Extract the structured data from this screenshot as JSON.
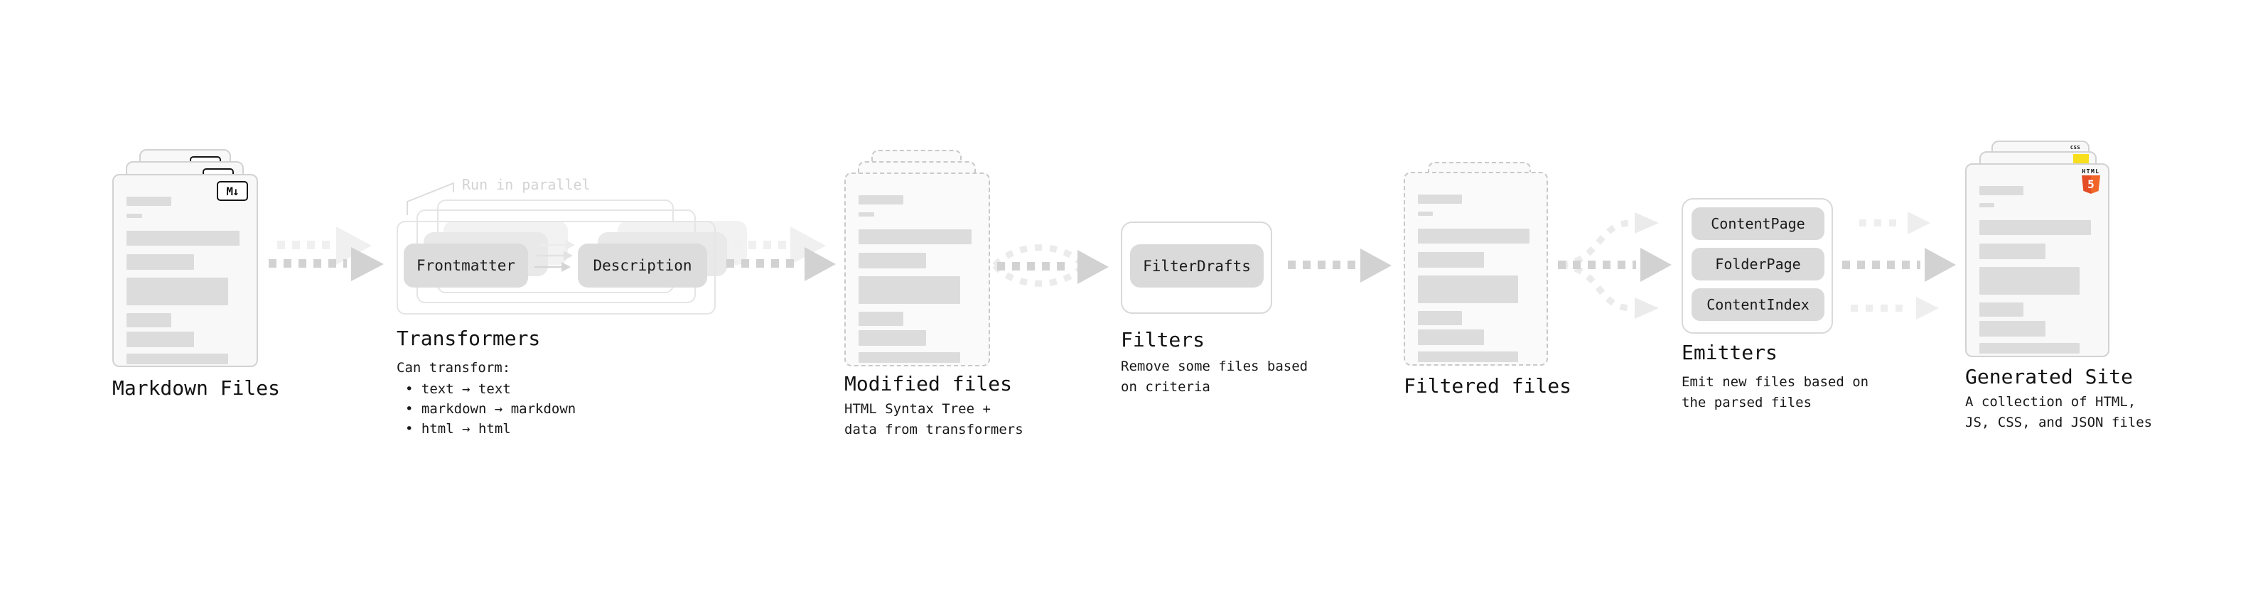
{
  "stages": {
    "markdown": {
      "title": "Markdown Files"
    },
    "transformers": {
      "title": "Transformers",
      "note": "Run in parallel",
      "pill_left": "Frontmatter",
      "pill_right": "Description",
      "subtitle_heading": "Can transform:",
      "bullets": [
        "• text → text",
        "• markdown → markdown",
        "• html → html"
      ]
    },
    "modified": {
      "title": "Modified files",
      "subtitle": "HTML Syntax Tree +\ndata from transformers"
    },
    "filters": {
      "title": "Filters",
      "pill": "FilterDrafts",
      "subtitle": "Remove some files based\non criteria"
    },
    "filtered": {
      "title": "Filtered files"
    },
    "emitters": {
      "title": "Emitters",
      "pills": [
        "ContentPage",
        "FolderPage",
        "ContentIndex"
      ],
      "subtitle": "Emit new files based on\nthe parsed files"
    },
    "generated": {
      "title": "Generated Site",
      "subtitle": "A collection of HTML,\nJS, CSS, and JSON files"
    }
  },
  "icons": {
    "markdown_badge": "M↓",
    "html5_text": "HTML",
    "html5_number": "5",
    "css_text": "CSS"
  },
  "colors": {
    "html5_orange": "#e44d26",
    "html5_orange_light": "#f16529",
    "js_yellow": "#f7df1e",
    "css_blue": "#2b6bf3",
    "arrow_dark": "#d2d2d2",
    "arrow_light": "#eeeeee"
  },
  "doc_skeleton": {
    "bars": [
      {
        "w": 38,
        "h": 13,
        "mb": 11
      },
      {
        "w": 13,
        "h": 6,
        "mb": 18
      },
      {
        "w": 96,
        "h": 21,
        "mb": 12
      },
      {
        "w": 57,
        "h": 22,
        "mb": 11
      },
      {
        "w": 86,
        "h": 39,
        "mb": 11
      },
      {
        "w": 38,
        "h": 20,
        "mb": 6
      },
      {
        "w": 57,
        "h": 22,
        "mb": 9
      },
      {
        "w": 86,
        "h": 15,
        "mb": 0
      }
    ]
  }
}
